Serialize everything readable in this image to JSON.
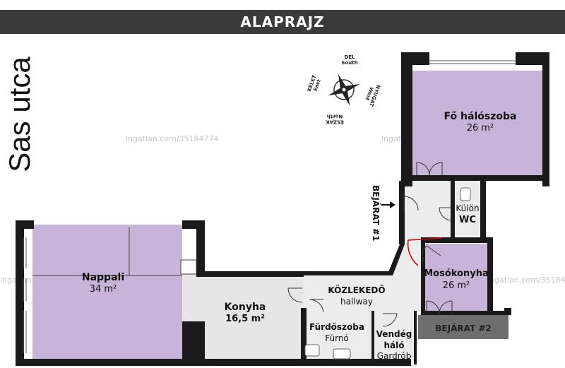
{
  "header": {
    "title": "ALAPRAJZ"
  },
  "street": {
    "name": "Sas utca"
  },
  "watermark": {
    "text": "ingatlan.com/35184774"
  },
  "compass": {
    "south": "DÉL\nSouth",
    "north": "ÉSZAK\nNorth",
    "east": "KELET\nEast",
    "west": "NYUGAT\nWest"
  },
  "rooms": {
    "master_bedroom": {
      "name": "Fő hálószoba",
      "area": "26 m²"
    },
    "living_room": {
      "name": "Nappali",
      "area": "34 m²"
    },
    "kitchen": {
      "name": "Konyha",
      "area": "16,5 m²"
    },
    "hallway": {
      "name": "KÖZLEKEDŐ",
      "sub": "hallway"
    },
    "bathroom": {
      "name": "Fürdőszoba",
      "sub": "Fürnó"
    },
    "guest": {
      "name": "Vendég",
      "name2": "háló",
      "sub": "Gardrób"
    },
    "wc": {
      "name": "Külön",
      "name2": "WC"
    },
    "laundry": {
      "name": "Mosókonyha",
      "area": "26 m²"
    }
  },
  "entrances": {
    "entry1": "BEJÁRAT #1",
    "entry2": "BEJÁRAT #2"
  },
  "colors": {
    "room": "#c8b4d8",
    "wall": "#1a1a1a",
    "corridor": "#e8e8e8",
    "banner": "#3a3a3a",
    "door_accent": "#cc0000"
  }
}
